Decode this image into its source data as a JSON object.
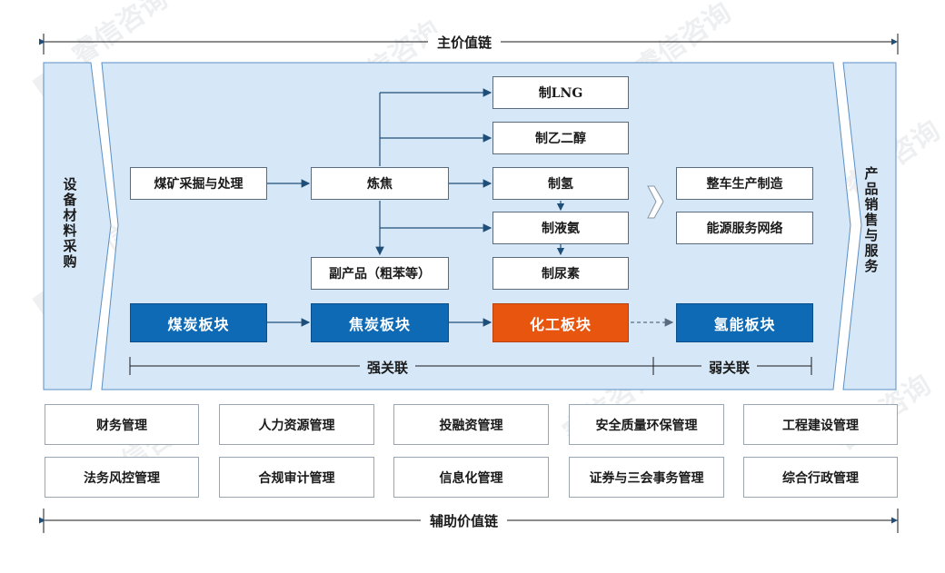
{
  "main_chain_label": "主价值链",
  "support_chain_label": "辅助价值链",
  "left_column": "设备材料采购",
  "right_column": "产品销售与服务",
  "flow": {
    "coal_mining": "煤矿采掘与处理",
    "coking": "炼焦",
    "byproducts": "副产品（粗苯等）",
    "lng": "制LNG",
    "ethylene_glycol": "制乙二醇",
    "hydrogen": "制氢",
    "liquid_ammonia": "制液氨",
    "urea": "制尿素",
    "vehicle_manufacturing": "整车生产制造",
    "energy_service_network": "能源服务网络"
  },
  "segments": {
    "coal": "煤炭板块",
    "coke": "焦炭板块",
    "chemical": "化工板块",
    "hydrogen_energy": "氢能板块"
  },
  "relations": {
    "strong": "强关联",
    "weak": "弱关联"
  },
  "support_functions": [
    "财务管理",
    "人力资源管理",
    "投融资管理",
    "安全质量环保管理",
    "工程建设管理",
    "法务风控管理",
    "合规审计管理",
    "信息化管理",
    "证券与三会事务管理",
    "综合行政管理"
  ],
  "watermark": "睿信咨询",
  "colors": {
    "panel_fill": "#d6e8f8",
    "segment_blue": "#0e6ab5",
    "segment_orange": "#e8550f",
    "line": "#1f4e79"
  }
}
